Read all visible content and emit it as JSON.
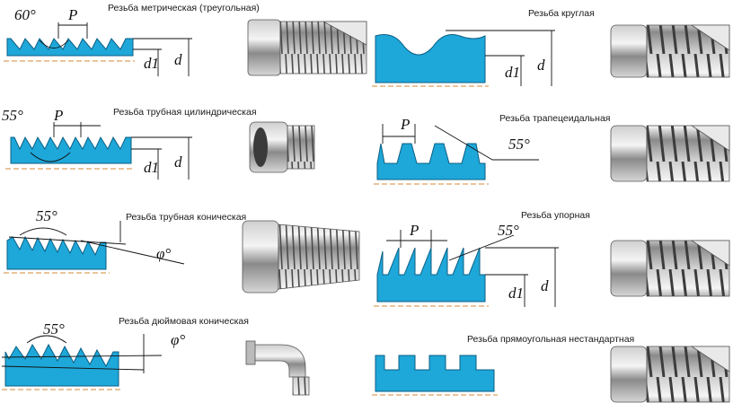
{
  "threads": [
    {
      "title": "Резьба метрическая (треугольная)",
      "angle": "60°",
      "pitch": "P",
      "d1": "d1",
      "d": "d"
    },
    {
      "title": "Резьба трубная цилиндрическая",
      "angle": "55°",
      "pitch": "P",
      "d1": "d1",
      "d": "d"
    },
    {
      "title": "Резьба трубная коническая",
      "angle": "55°",
      "phi": "φ°"
    },
    {
      "title": "Резьба дюймовая коническая",
      "angle": "55°",
      "phi": "φ°"
    },
    {
      "title": "Резьба круглая",
      "d1": "d1",
      "d": "d"
    },
    {
      "title": "Резьба трапецеидальная",
      "angle": "55°",
      "pitch": "P"
    },
    {
      "title": "Резьба упорная",
      "angle": "55°",
      "pitch": "P",
      "d1": "d1",
      "d": "d"
    },
    {
      "title": "Резьба прямоугольная нестандартная"
    }
  ],
  "colors": {
    "profile": "#1ea7d9",
    "outline": "#0b5f84",
    "axis": "#d08a3a"
  }
}
